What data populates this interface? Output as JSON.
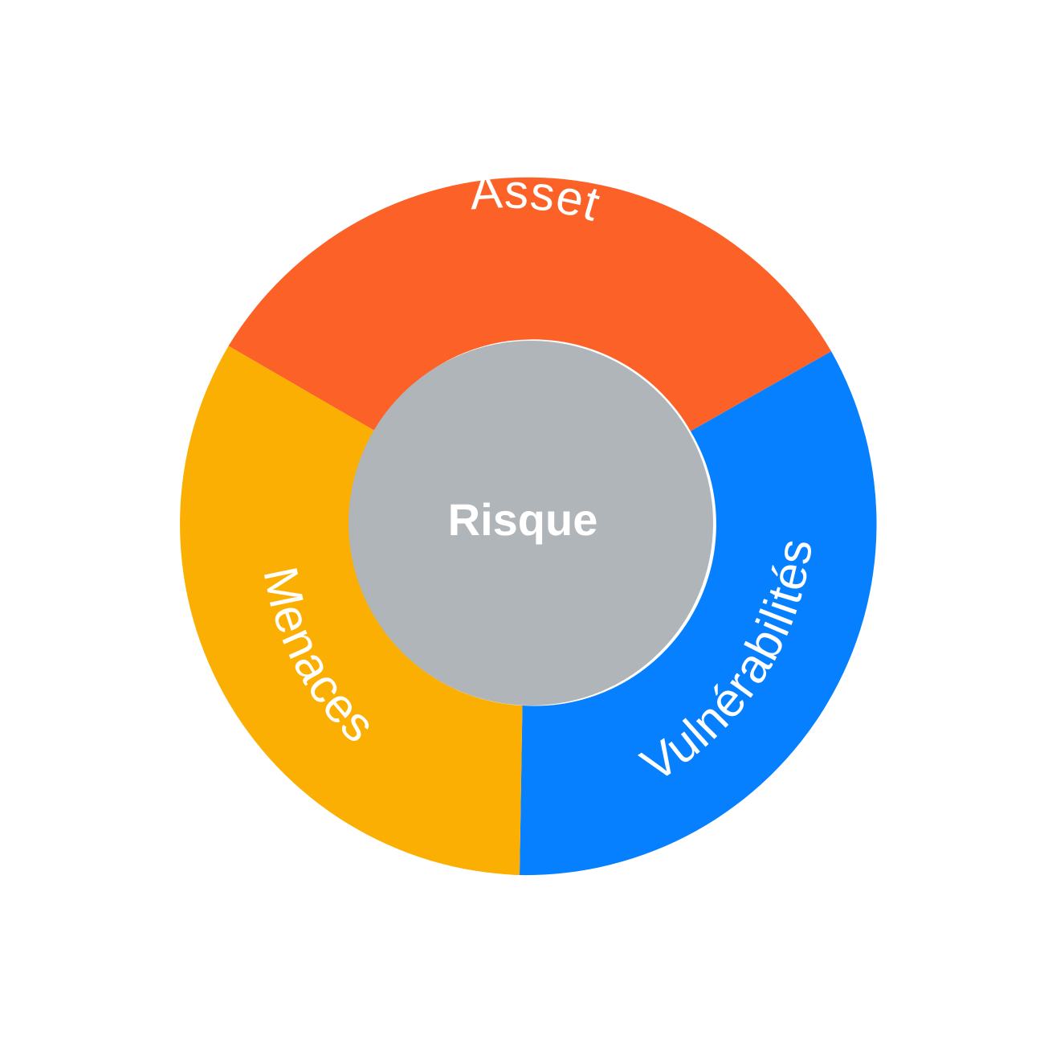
{
  "center": {
    "label": "Risque",
    "color": "#B0B5BA"
  },
  "segments": [
    {
      "id": "asset",
      "label": "Asset",
      "color": "#FC6227"
    },
    {
      "id": "vulnerabilites",
      "label": "Vulnérabilités",
      "color": "#0780FF"
    },
    {
      "id": "menaces",
      "label": "Menaces",
      "color": "#FCAF03"
    }
  ],
  "background": "#FFFFFF"
}
